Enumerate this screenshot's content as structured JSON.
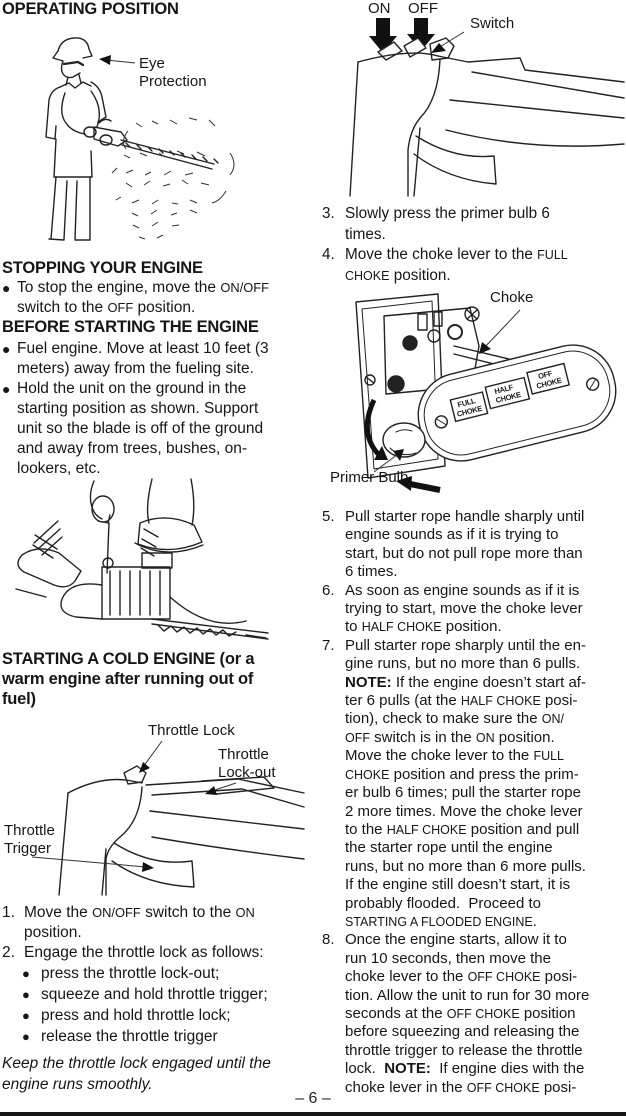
{
  "page": {
    "footer": "– 6 –"
  },
  "left": {
    "operating_heading": "OPERATING POSITION",
    "fig_operator": {
      "label_lines": [
        "Eye",
        "Protection"
      ]
    },
    "stopping_heading": "STOPPING YOUR ENGINE",
    "stopping_bullets": [
      {
        "lines": [
          [
            "To stop the engine, move the ",
            {
              "sc": "ON/OFF"
            }
          ],
          [
            "switch to the ",
            {
              "sc": "OFF"
            },
            " position."
          ]
        ]
      }
    ],
    "before_heading": "BEFORE STARTING THE ENGINE",
    "before_bullets": [
      {
        "lines": [
          [
            "Fuel engine. Move at least 10 feet (3"
          ],
          [
            "meters) away from the fueling site."
          ]
        ]
      },
      {
        "lines": [
          [
            "Hold the unit on the ground in the"
          ],
          [
            "starting position as shown. Support"
          ],
          [
            "unit so the blade is off of the ground"
          ],
          [
            "and away from trees, bushes, on-"
          ],
          [
            "lookers, etc."
          ]
        ]
      }
    ],
    "cold_heading_lines": [
      [
        "STARTING A COLD ENGINE (or a"
      ],
      [
        "warm engine after running out of"
      ],
      [
        "fuel)"
      ]
    ],
    "fig_throttle": {
      "lock_label": "Throttle Lock",
      "lockout_label_lines": [
        "Throttle",
        "Lock-out"
      ],
      "trigger_label_lines": [
        "Throttle",
        "Trigger"
      ]
    },
    "steps": [
      {
        "num": "1.",
        "lines": [
          [
            "Move the ",
            {
              "sc": "ON/OFF"
            },
            " switch to the ",
            {
              "sc": "ON"
            }
          ],
          [
            "position."
          ]
        ]
      },
      {
        "num": "2.",
        "lines": [
          [
            "Engage the throttle lock as follows:"
          ]
        ]
      }
    ],
    "sub_bullets": [
      "press the throttle lock-out;",
      "squeeze and hold throttle trigger;",
      "press and hold throttle lock;",
      "release the throttle trigger"
    ],
    "closing_note_lines": [
      [
        "Keep the throttle lock engaged until the"
      ],
      [
        "engine runs smoothly."
      ]
    ]
  },
  "right": {
    "fig_switch": {
      "on_label": "ON",
      "off_label": "OFF",
      "switch_label": "Switch"
    },
    "fig_choke": {
      "choke_label": "Choke",
      "primer_label": "Primer Bulb",
      "plate_words": [
        "FULL",
        "CHOKE",
        "HALF",
        "CHOKE",
        "OFF",
        "CHOKE"
      ]
    },
    "steps": [
      {
        "num": "3.",
        "lines": [
          [
            "Slowly press the primer bulb 6"
          ],
          [
            "times."
          ]
        ]
      },
      {
        "num": "4.",
        "lines": [
          [
            "Move the choke lever to the ",
            {
              "sc": "FULL"
            }
          ],
          [
            {
              "sc": "CHOKE"
            },
            " position."
          ]
        ]
      },
      {
        "num": "5.",
        "lines": [
          [
            "Pull starter rope handle sharply until"
          ],
          [
            "engine sounds as if it is trying to"
          ],
          [
            "start, but do not pull rope more than"
          ],
          [
            "6 times."
          ]
        ]
      },
      {
        "num": "6.",
        "lines": [
          [
            "As soon as engine sounds as if it is"
          ],
          [
            "trying to start, move the choke lever"
          ],
          [
            "to ",
            {
              "sc": "HALF CHOKE"
            },
            " position."
          ]
        ]
      },
      {
        "num": "7.",
        "lines": [
          [
            "Pull starter rope sharply until the en-"
          ],
          [
            "gine runs, but no more than 6 pulls."
          ],
          [
            {
              "b": "NOTE:"
            },
            " If the engine doesn’t start af-"
          ],
          [
            "ter 6 pulls (at the ",
            {
              "sc": "HALF CHOKE"
            },
            " posi-"
          ],
          [
            "tion), check to make sure the ",
            {
              "sc": "ON/"
            }
          ],
          [
            {
              "sc": "OFF"
            },
            " switch is in the ",
            {
              "sc": "ON"
            },
            " position."
          ],
          [
            "Move the choke lever to the ",
            {
              "sc": "FULL"
            }
          ],
          [
            {
              "sc": "CHOKE"
            },
            " position and press the prim-"
          ],
          [
            "er bulb 6 times; pull the starter rope"
          ],
          [
            "2 more times. Move the choke lever"
          ],
          [
            "to the ",
            {
              "sc": "HALF CHOKE"
            },
            " position and pull"
          ],
          [
            "the starter rope until the engine"
          ],
          [
            "runs, but no more than 6 more pulls."
          ],
          [
            "If the engine still doesn’t start, it is"
          ],
          [
            "probably flooded.  Proceed to"
          ],
          [
            {
              "sc": "STARTING A FLOODED ENGINE"
            },
            "."
          ]
        ]
      },
      {
        "num": "8.",
        "lines": [
          [
            "Once the engine starts, allow it to"
          ],
          [
            "run 10 seconds, then move the"
          ],
          [
            "choke lever to the ",
            {
              "sc": "OFF CHOKE"
            },
            " posi-"
          ],
          [
            "tion. Allow the unit to run for 30 more"
          ],
          [
            "seconds at the ",
            {
              "sc": "OFF CHOKE"
            },
            " position"
          ],
          [
            "before squeezing and releasing the"
          ],
          [
            "throttle trigger to release the throttle"
          ],
          [
            "lock.  ",
            {
              "b": "NOTE:"
            },
            "  If engine dies with the"
          ],
          [
            "choke lever in the ",
            {
              "sc": "OFF CHOKE"
            },
            " posi-"
          ]
        ]
      }
    ]
  }
}
